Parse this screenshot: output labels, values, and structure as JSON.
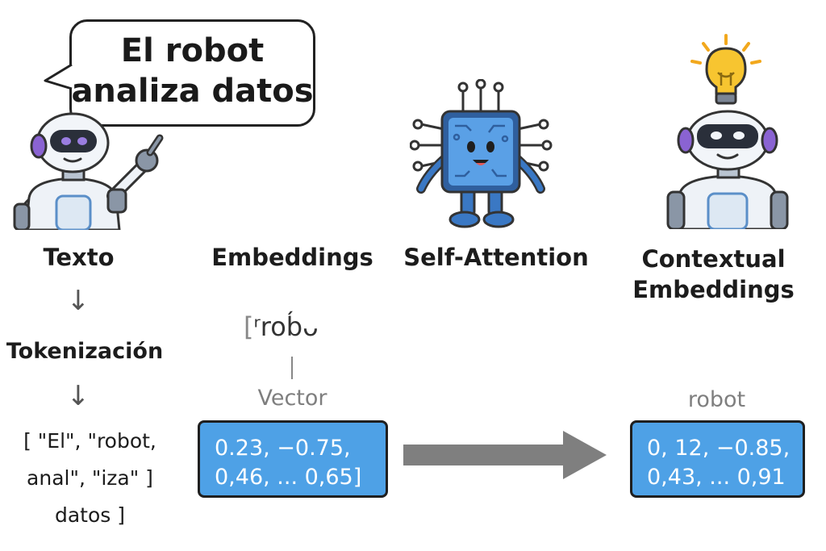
{
  "speech_bubble": {
    "line1": "El robot",
    "line2": "analiza datos"
  },
  "stages": {
    "texto": "Texto",
    "embeddings": "Embeddings",
    "self_attention": "Self-Attention",
    "contextual_line1": "Contextual",
    "contextual_line2": "Embeddings"
  },
  "arrows": {
    "down": "↓"
  },
  "tokenization": {
    "label": "Tokenización",
    "tokens_line1": "[ \"El\", \"robot,",
    "tokens_line2": "anal\", \"iza\" ]",
    "tokens_line3": "datos ]"
  },
  "embedding_detail": {
    "fragment_bracket": "[",
    "fragment_text": "ʳrob́ᴗ",
    "vector_label": "Vector",
    "vector_line1": "0.23, −0.75,",
    "vector_line2": "0,46, ... 0,65]"
  },
  "contextual_detail": {
    "word_label": "robot",
    "vector_line1": "0, 12, −0.85,",
    "vector_line2": "0,43, ... 0,91"
  },
  "colors": {
    "vector_fill": "#4ea1e6",
    "arrow": "#7f7f7f",
    "robot_accent": "#8a63d2",
    "chip": "#4a90d9",
    "bulb": "#f7c530"
  },
  "icons": {
    "robot_left": "pointing-robot-icon",
    "chip": "smiling-chip-icon",
    "robot_right": "robot-with-lightbulb-icon",
    "bulb": "lightbulb-icon"
  }
}
